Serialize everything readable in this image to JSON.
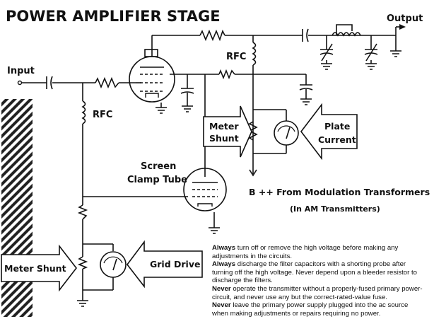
{
  "title": "POWER AMPLIFIER STAGE",
  "labels": {
    "input": "Input",
    "output": "Output",
    "rfc_top": "RFC",
    "rfc_left": "RFC",
    "screen_clamp_1": "Screen",
    "screen_clamp_2": "Clamp Tube",
    "meter_shunt_top_1": "Meter",
    "meter_shunt_top_2": "Shunt",
    "plate_current_1": "Plate",
    "plate_current_2": "Current",
    "bpp": "B ++ From Modulation Transformers",
    "am": "(In AM Transmitters)",
    "meter_shunt_bottom": "Meter Shunt",
    "grid_drive": "Grid Drive"
  },
  "notes": [
    {
      "lead": "Always",
      "text": " turn off or remove the high voltage before making any adjustments in the circuits."
    },
    {
      "lead": "Always",
      "text": " discharge the filter capacitors with a shorting probe after turning off the high voltage. Never depend upon a bleeder resistor to discharge the filters."
    },
    {
      "lead": "Never",
      "text": " operate the transmitter without a properly-fused primary power-circuit, and never use any but the correct-rated-value fuse."
    },
    {
      "lead": "Never",
      "text": " leave the primary power supply plugged into the ac source when making adjustments or repairs requiring no power."
    }
  ],
  "colors": {
    "ink": "#111111",
    "hatch": "#222222",
    "background": "#ffffff"
  }
}
